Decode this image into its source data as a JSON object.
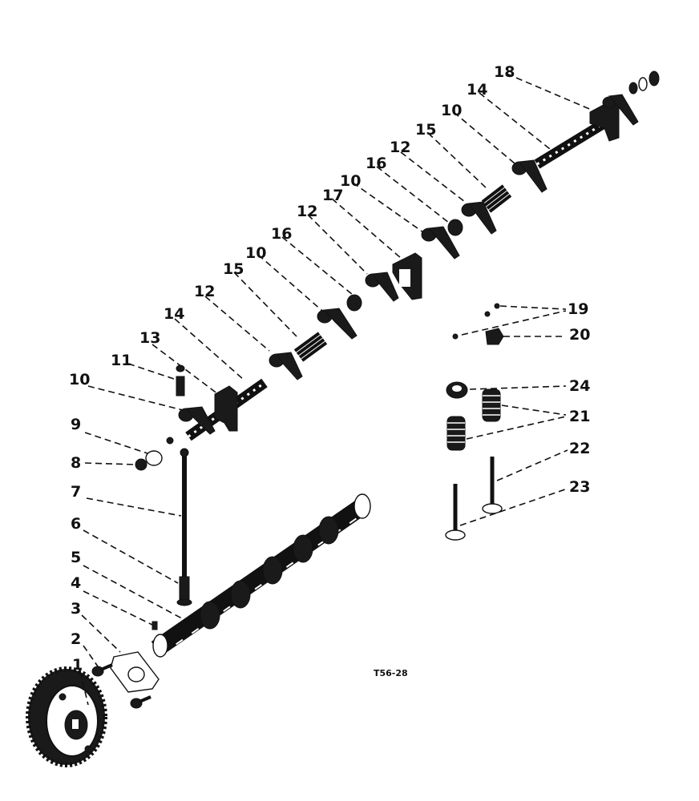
{
  "figure": {
    "reference_code": "T56-28",
    "callouts": [
      "1",
      "2",
      "3",
      "4",
      "5",
      "6",
      "7",
      "8",
      "9",
      "10",
      "10",
      "10",
      "10",
      "11",
      "12",
      "12",
      "12",
      "13",
      "14",
      "14",
      "15",
      "15",
      "16",
      "16",
      "17",
      "18",
      "19",
      "20",
      "21",
      "22",
      "23",
      "24"
    ]
  },
  "colors": {
    "ink": "#111111",
    "background": "#ffffff"
  }
}
